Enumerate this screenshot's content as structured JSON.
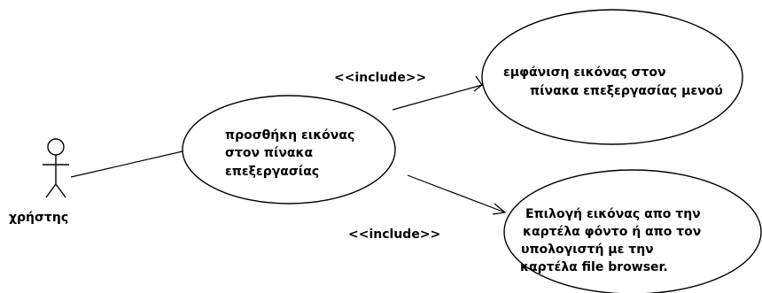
{
  "actor": {
    "name": "χρήστης",
    "icon": "stick-figure-icon"
  },
  "use_cases": {
    "main": {
      "lines": [
        "προσθήκη εικόνας",
        "στον πίνακα",
        "επεξεργασίας"
      ]
    },
    "display": {
      "lines": [
        "εμφάνιση εικόνας στον",
        "πίνακα επεξεργασίας μενού"
      ]
    },
    "select": {
      "lines": [
        "Επιλογή εικόνας απο την",
        "καρτέλα φόντο ή απο τον",
        "υπολογιστή με την",
        "καρτέλα file browser."
      ]
    }
  },
  "relations": {
    "include_top": "<<include>>",
    "include_bottom": "<<include>>"
  },
  "colors": {
    "stroke": "#000000",
    "background": "#ffffff"
  }
}
